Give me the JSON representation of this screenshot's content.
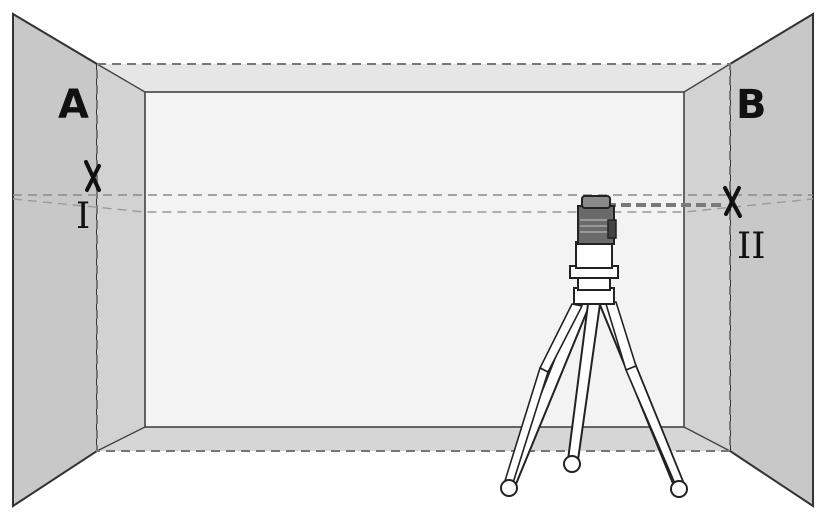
{
  "labels": {
    "wall_a": "A",
    "wall_b": "B",
    "mark_1": "I",
    "mark_2": "II"
  },
  "colors": {
    "side_wall": "#c8c8c8",
    "inner_trim": "#dcdcdc",
    "back_wall": "#f3f3f3",
    "outline": "#333333",
    "dashed": "#8a8a8a",
    "laser_beam": "#7a7a7a",
    "device": "#5a5a5a"
  }
}
